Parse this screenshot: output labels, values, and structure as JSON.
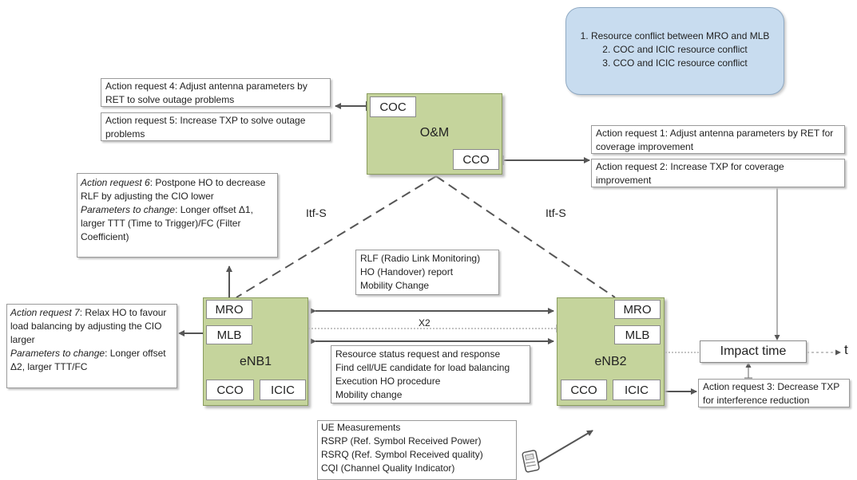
{
  "legend": {
    "line1": "1. Resource conflict between MRO and MLB",
    "line2": "2. COC and ICIC resource conflict",
    "line3": "3. CCO and ICIC resource conflict"
  },
  "om": {
    "title": "O&M",
    "coc": "COC",
    "cco": "CCO"
  },
  "enb1": {
    "title": "eNB1",
    "mro": "MRO",
    "mlb": "MLB",
    "cco": "CCO",
    "icic": "ICIC"
  },
  "enb2": {
    "title": "eNB2",
    "mro": "MRO",
    "mlb": "MLB",
    "cco": "CCO",
    "icic": "ICIC"
  },
  "interfaces": {
    "itf_left": "Itf-S",
    "itf_right": "Itf-S",
    "x2": "X2"
  },
  "requests": {
    "r4": "Action request 4: Adjust antenna parameters by RET to solve outage problems",
    "r5": "Action request 5: Increase TXP to solve outage problems",
    "r1": "Action request 1: Adjust antenna parameters by RET for coverage improvement",
    "r2": "Action request 2: Increase TXP for coverage improvement",
    "r3": "Action request 3: Decrease TXP for interference reduction",
    "r6": {
      "head": "Action request 6",
      "text": ": Postpone HO to decrease RLF by adjusting the CIO lower",
      "param_head": "Parameters to change",
      "param_text": ": Longer offset Δ1, larger TTT (Time to Trigger)/FC (Filter Coefficient)"
    },
    "r7": {
      "head": "Action request 7",
      "text": ": Relax HO to favour load balancing by adjusting the CIO larger",
      "param_head": "Parameters to change",
      "param_text": ": Longer offset Δ2, larger TTT/FC"
    }
  },
  "rlf_box": {
    "line1": "RLF (Radio Link Monitoring)",
    "line2": "HO (Handover) report",
    "line3": "Mobility Change"
  },
  "resource_box": {
    "line1": "Resource status request and response",
    "line2": "Find cell/UE candidate for load balancing",
    "line3": "Execution HO procedure",
    "line4": "Mobility change"
  },
  "ue_box": {
    "line1": "UE Measurements",
    "line2": "RSRP (Ref. Symbol Received Power)",
    "line3": "RSRQ (Ref. Symbol Received quality)",
    "line4": "CQI (Channel Quality Indicator)"
  },
  "impact": {
    "label": "Impact time",
    "t": "t"
  }
}
